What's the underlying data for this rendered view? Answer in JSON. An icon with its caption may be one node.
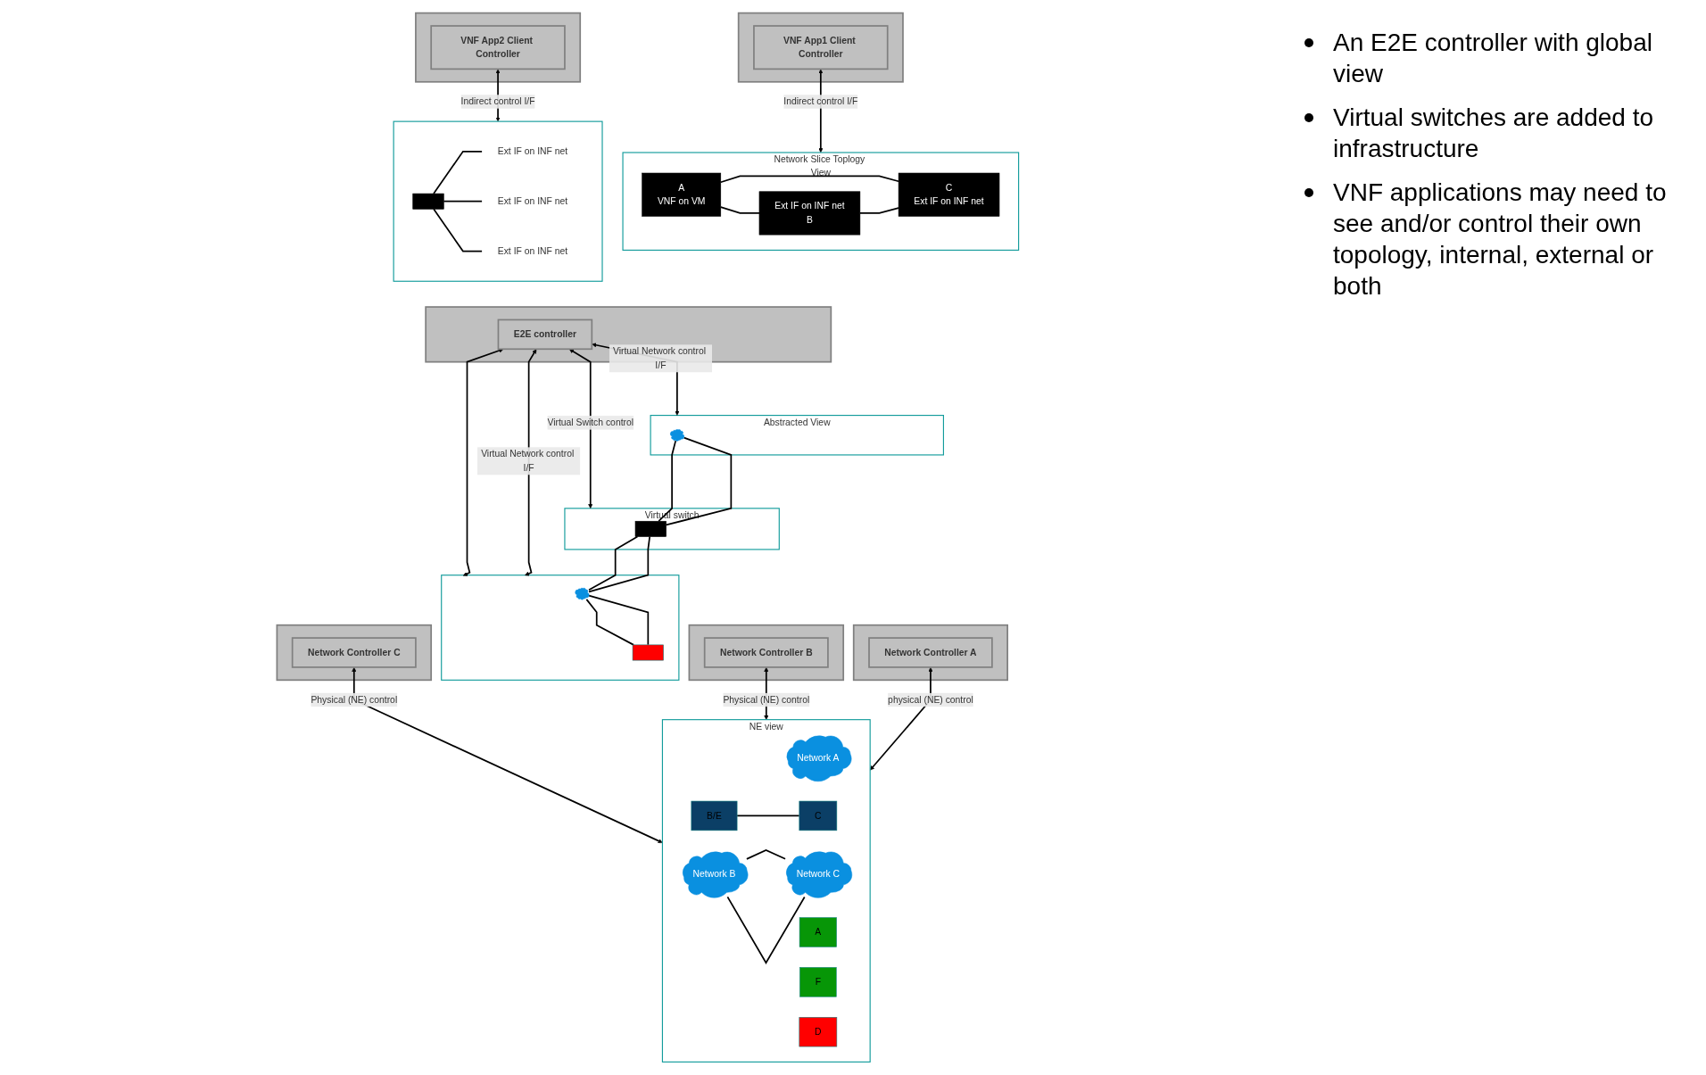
{
  "diagram": {
    "nodes": [
      {
        "text": [],
        "shape": "box"
      },
      {
        "text": [
          "VNF App1 Client Controller"
        ],
        "in": 0
      },
      {
        "text": [],
        "shape": "box"
      },
      {
        "text": [
          "VNF App2 Client Controller"
        ],
        "in": 2
      },
      {
        "text": [
          "Network Slice Toplogy View"
        ]
      },
      {
        "text": [
          "A",
          "VNF on VM"
        ],
        "in": 4
      },
      {
        "text": [
          "Ext IF on INF net",
          "B"
        ],
        "in": 4
      },
      {
        "text": [
          "C",
          "Ext IF on INF net"
        ],
        "in": 4
      },
      {
        "text": [],
        "shape": "box"
      },
      {
        "text": [],
        "shape": "box",
        "in": 8
      },
      {
        "text": [],
        "shape": "box"
      },
      {
        "text": [
          "E2E controller"
        ],
        "in": 10
      },
      {
        "text": [
          "Abstracted View"
        ]
      },
      {
        "text": [
          "Virtual switch"
        ]
      },
      {
        "text": [],
        "shape": "box"
      },
      {
        "text": [],
        "shape": "cloud",
        "in": 12
      },
      {
        "text": [],
        "shape": "box",
        "in": 13
      },
      {
        "text": [],
        "shape": "cloud",
        "in": 14
      },
      {
        "text": [],
        "shape": "box",
        "in": 14
      },
      {
        "text": [],
        "shape": "box"
      },
      {
        "text": [
          "Network Controller A"
        ],
        "in": 19
      },
      {
        "text": [],
        "shape": "box"
      },
      {
        "text": [
          "Network Controller B"
        ],
        "in": 21
      },
      {
        "text": [],
        "shape": "box"
      },
      {
        "text": [
          "Network Controller C"
        ],
        "in": 23
      },
      {
        "text": [
          "NE view"
        ]
      },
      {
        "text": [
          "Network A"
        ],
        "in": 25
      },
      {
        "text": [
          "B/E"
        ],
        "in": 25
      },
      {
        "text": [
          "C"
        ],
        "in": 25
      },
      {
        "text": [
          "Network B"
        ],
        "in": 25
      },
      {
        "text": [
          "A"
        ],
        "in": 25
      },
      {
        "text": [
          "F"
        ],
        "in": 25
      },
      {
        "text": [
          "Network C"
        ],
        "in": 25
      },
      {
        "text": [
          "D"
        ],
        "in": 25
      },
      {
        "text": [
          "Ext IF on INF net"
        ],
        "in": 8
      },
      {
        "text": [
          "Ext IF on INF net"
        ],
        "in": 8
      },
      {
        "text": [
          "Ext IF on INF net"
        ],
        "in": 8
      }
    ],
    "edges": [
      {
        "from": 1,
        "to": 4,
        "arrow": "both",
        "label": "Indirect control I/F"
      },
      {
        "from": 3,
        "to": 8,
        "arrow": "both",
        "label": "Indirect control I/F"
      },
      {
        "from": 5,
        "to": 6,
        "arrow": "none"
      },
      {
        "from": 5,
        "to": 7,
        "arrow": "none"
      },
      {
        "from": 6,
        "to": 7,
        "arrow": "none"
      },
      {
        "from": 9,
        "to": 34,
        "arrow": "none"
      },
      {
        "from": 9,
        "to": 35,
        "arrow": "none"
      },
      {
        "from": 9,
        "to": 36,
        "arrow": "none"
      },
      {
        "from": 11,
        "to": 12,
        "arrow": "both",
        "label": "Virtual Network control I/F"
      },
      {
        "from": 11,
        "to": 13,
        "arrow": "both",
        "label": "Virtual Switch control"
      },
      {
        "from": 11,
        "to": 14,
        "arrow": "both",
        "label": "Virtual Network control I/F"
      },
      {
        "from": 11,
        "to": 14,
        "arrow": "both"
      },
      {
        "from": 15,
        "to": 16,
        "arrow": "none"
      },
      {
        "from": 15,
        "to": 16,
        "arrow": "none"
      },
      {
        "from": 16,
        "to": 17,
        "arrow": "none"
      },
      {
        "from": 16,
        "to": 17,
        "arrow": "none"
      },
      {
        "from": 17,
        "to": 18,
        "arrow": "none"
      },
      {
        "from": 17,
        "to": 18,
        "arrow": "none"
      },
      {
        "from": 20,
        "to": 25,
        "arrow": "both",
        "label": "physical (NE) control"
      },
      {
        "from": 22,
        "to": 25,
        "arrow": "both",
        "label": "Physical (NE) control"
      },
      {
        "from": 24,
        "to": 25,
        "arrow": "both",
        "label": "Physical (NE) control"
      },
      {
        "from": 27,
        "to": 28,
        "arrow": "none"
      },
      {
        "from": 29,
        "to": 32,
        "arrow": "none"
      },
      {
        "from": 29,
        "to": 32,
        "arrow": "none"
      }
    ],
    "labels": [
      "An E2E controller with global view",
      "Virtual switches are added to infrastructure",
      "VNF applications may need to see and/or control their own topology, internal, external or both"
    ]
  }
}
